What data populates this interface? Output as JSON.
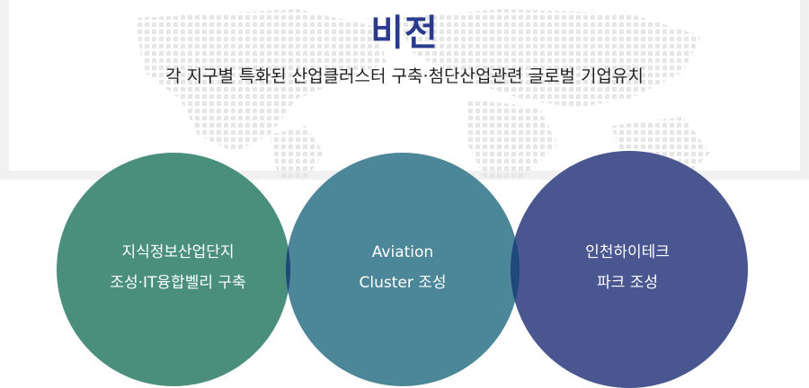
{
  "header": {
    "title": "비전",
    "subtitle": "각 지구별 특화된 산업클러스터 구축·첨단산업관련 글로벌 기업유치"
  },
  "circles": [
    {
      "line1": "지식정보산업단지",
      "line2": "조성·IT융합벨리 구축",
      "color": "#4a8f7c"
    },
    {
      "line1": "Aviation",
      "line2": "Cluster 조성",
      "color": "#4b8798"
    },
    {
      "line1": "인천하이테크",
      "line2": "파크 조성",
      "color": "#4a5690"
    }
  ],
  "overlap_color": "#1e4a7a"
}
